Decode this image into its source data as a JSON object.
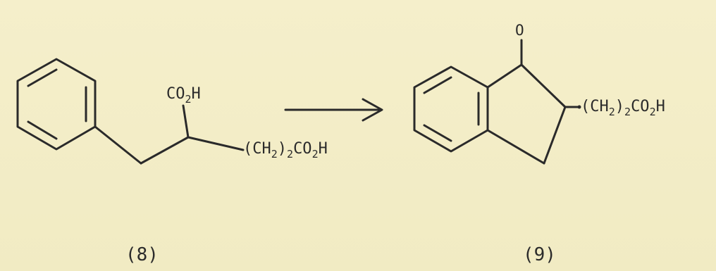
{
  "reaction": {
    "arrow": "reaction-arrow",
    "reactant": {
      "number": "(8)",
      "group_top": {
        "main": "CO",
        "sub": "2",
        "tail": "H"
      },
      "group_chain": {
        "pre": "(CH",
        "sub1": "2",
        "mid": ")",
        "sub2": "2",
        "post": "CO",
        "sub3": "2",
        "tail": "H"
      }
    },
    "product": {
      "number": "(9)",
      "carbonyl": "O",
      "group_chain": {
        "pre": "(CH",
        "sub1": "2",
        "mid": ")",
        "sub2": "2",
        "post": "CO",
        "sub3": "2",
        "tail": "H"
      }
    }
  }
}
